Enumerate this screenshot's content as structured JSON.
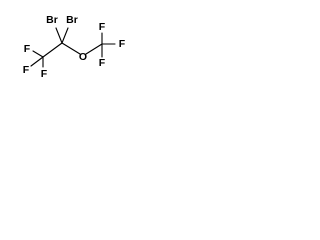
{
  "molecule": {
    "atoms": {
      "br_left": "Br",
      "br_right": "Br",
      "f_upper_left": "F",
      "f_left": "F",
      "f_lower": "F",
      "oxygen": "O",
      "f_cf3_upper": "F",
      "f_cf3_right": "F",
      "f_cf3_lower": "F"
    }
  }
}
